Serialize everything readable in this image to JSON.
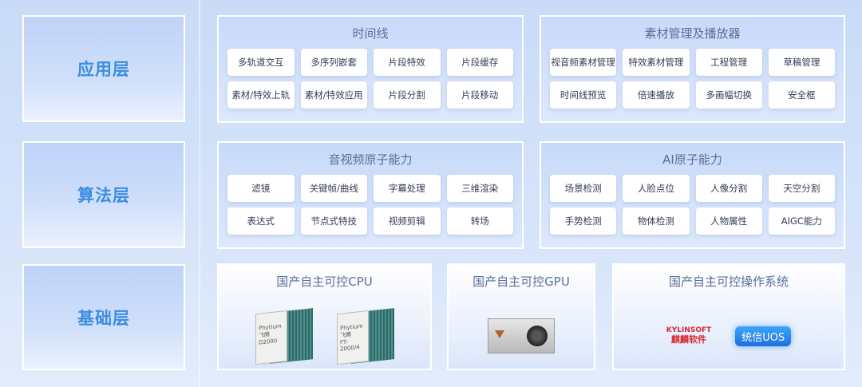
{
  "layers": [
    {
      "label": "应用层"
    },
    {
      "label": "算法层"
    },
    {
      "label": "基础层"
    }
  ],
  "panels": {
    "timeline": {
      "title": "时间线",
      "items": [
        "多轨道交互",
        "多序列嵌套",
        "片段特效",
        "片段缓存",
        "素材/特效上轨",
        "素材/特效应用",
        "片段分割",
        "片段移动"
      ]
    },
    "assets": {
      "title": "素材管理及播放器",
      "items": [
        "视音频素材管理",
        "特效素材管理",
        "工程管理",
        "草稿管理",
        "时间线预览",
        "倍速播放",
        "多画幅切换",
        "安全框"
      ]
    },
    "av": {
      "title": "音视频原子能力",
      "items": [
        "滤镜",
        "关键帧/曲线",
        "字幕处理",
        "三维渲染",
        "表达式",
        "节点式特技",
        "视频剪辑",
        "转场"
      ]
    },
    "ai": {
      "title": "AI原子能力",
      "items": [
        "场景检测",
        "人脸点位",
        "人像分割",
        "天空分割",
        "手势检测",
        "物体检测",
        "人物属性",
        "AIGC能力"
      ]
    }
  },
  "base": {
    "cpu": {
      "title": "国产自主可控CPU",
      "chips": [
        "D2000",
        "FT-2000/4"
      ],
      "brand": "Phytium飞腾"
    },
    "gpu": {
      "title": "国产自主可控GPU"
    },
    "os": {
      "title": "国产自主可控操作系统",
      "logos": [
        {
          "line1": "KYLINSOFT",
          "line2": "麒麟软件"
        },
        {
          "text": "统信UOS"
        }
      ]
    }
  },
  "colors": {
    "layer_text": "#3b8de0",
    "panel_title": "#5b6f98",
    "chip_text": "#343b55"
  }
}
